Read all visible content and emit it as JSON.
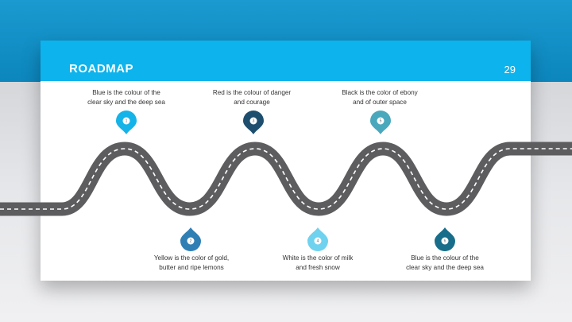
{
  "slide": {
    "title": "ROADMAP",
    "page_number": "29"
  },
  "colors": {
    "header": "#0db3ec",
    "top_band": "#0c86bd",
    "road": "#5d5d5f",
    "road_dash": "#ffffff"
  },
  "milestones": [
    {
      "number": "1",
      "line1": "Blue is the colour of the",
      "line2": "clear sky and the deep sea",
      "color": "#14b4e8",
      "position": "top"
    },
    {
      "number": "2",
      "line1": "Yellow is the color of gold,",
      "line2": "butter and ripe lemons",
      "color": "#2f7fb4",
      "position": "bottom"
    },
    {
      "number": "3",
      "line1": "Red is the colour of danger",
      "line2": "and courage",
      "color": "#1e4e6e",
      "position": "top"
    },
    {
      "number": "4",
      "line1": "White is the color of milk",
      "line2": "and fresh snow",
      "color": "#6fd2ee",
      "position": "bottom"
    },
    {
      "number": "5",
      "line1": "Black is the color of ebony",
      "line2": "and of outer space",
      "color": "#4aa8bd",
      "position": "top"
    },
    {
      "number": "6",
      "line1": "Blue is the colour of the",
      "line2": "clear sky and the deep sea",
      "color": "#186e8a",
      "position": "bottom"
    }
  ]
}
